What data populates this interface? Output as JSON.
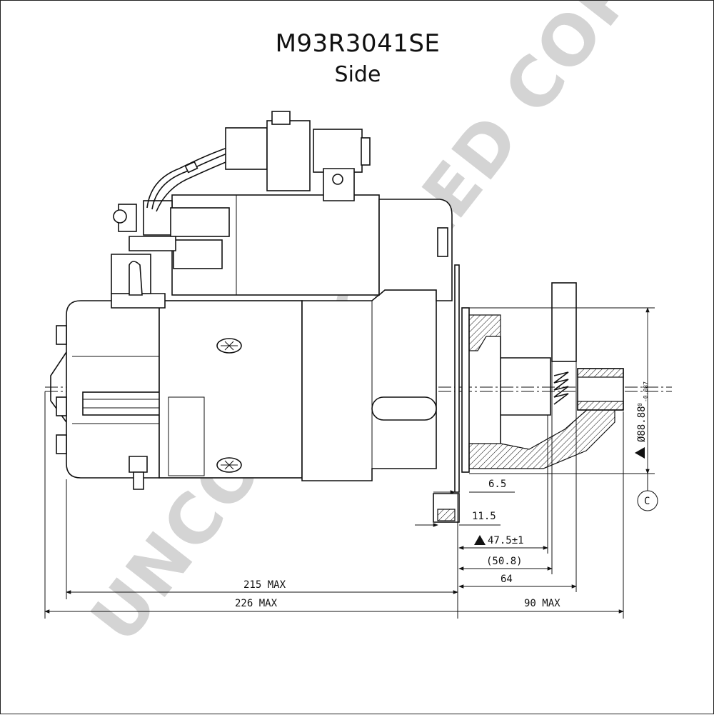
{
  "header": {
    "title": "M93R3041SE",
    "subtitle": "Side"
  },
  "watermark": {
    "text": "UNCONTROLLED COPY",
    "color": "#d4d4d4"
  },
  "dimensions": {
    "d_6_5": "6.5",
    "d_11_5": "11.5",
    "d_47_5": "47.5±1",
    "d_50_8": "(50.8)",
    "d_64": "64",
    "d_215": "215 MAX",
    "d_226": "226 MAX",
    "d_90": "90 MAX",
    "d_diam": "Ø88.88",
    "d_tol": "-0.087",
    "d_tol_top": "0"
  },
  "datum": {
    "label": "C"
  }
}
